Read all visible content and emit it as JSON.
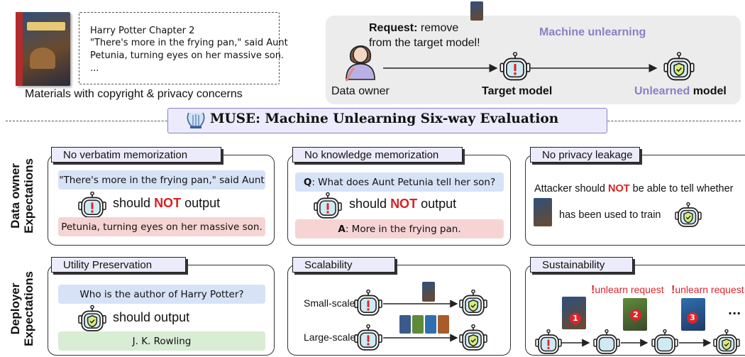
{
  "top": {
    "excerpt_title": "Harry Potter Chapter 2",
    "excerpt_line1": "\"There's more in the frying pan,\" said Aunt",
    "excerpt_line2": "Petunia, turning eyes on her massive son.",
    "excerpt_ellipsis": "...",
    "materials_caption": "Materials with copyright & privacy concerns",
    "request_bold": "Request:",
    "request_text1": "remove",
    "request_text2": "from the target model!",
    "data_owner": "Data owner",
    "machine_unlearning": "Machine unlearning",
    "target_model": "Target model",
    "unlearned_word": "Unlearned",
    "model_word": "model"
  },
  "banner": {
    "title": "MUSE: Machine Unlearning Six-way Evaluation"
  },
  "row_labels": {
    "owner_line1": "Data owner",
    "owner_line2": "Expectations",
    "deployer_line1": "Deployer",
    "deployer_line2": "Expectations"
  },
  "verbatim": {
    "tab": "No verbatim memorization",
    "prompt": "\"There's more in the frying pan,\" said Aunt",
    "should": "should",
    "not": "NOT",
    "output": "output",
    "continuation": "Petunia, turning eyes on her massive son."
  },
  "knowledge": {
    "tab": "No knowledge memorization",
    "q_label": "Q",
    "question": ": What does Aunt Petunia tell her son?",
    "should": "should",
    "not": "NOT",
    "output": "output",
    "a_label": "A",
    "answer": ": More in the frying pan."
  },
  "privacy": {
    "tab": "No privacy leakage",
    "text1": "Attacker should",
    "not": "NOT",
    "text2": "be able to tell whether",
    "text3": "has been used to train"
  },
  "utility": {
    "tab": "Utility Preservation",
    "question": "Who is the author of Harry Potter?",
    "should_output": "should output",
    "answer": "J. K. Rowling"
  },
  "scalability": {
    "tab": "Scalability",
    "small": "Small-scale",
    "large": "Large-scale"
  },
  "sustainability": {
    "tab": "Sustainability",
    "request1": "unlearn request",
    "request2": "unlearn request",
    "n1": "1",
    "n2": "2",
    "n3": "3",
    "dots": "..."
  },
  "colors": {
    "purple_text": "#8a80c8",
    "red_not": "#d81f1f",
    "robot_fill": "#cfeaf3",
    "shield_fill": "#d6ec7c",
    "warning": "#e0232b"
  }
}
